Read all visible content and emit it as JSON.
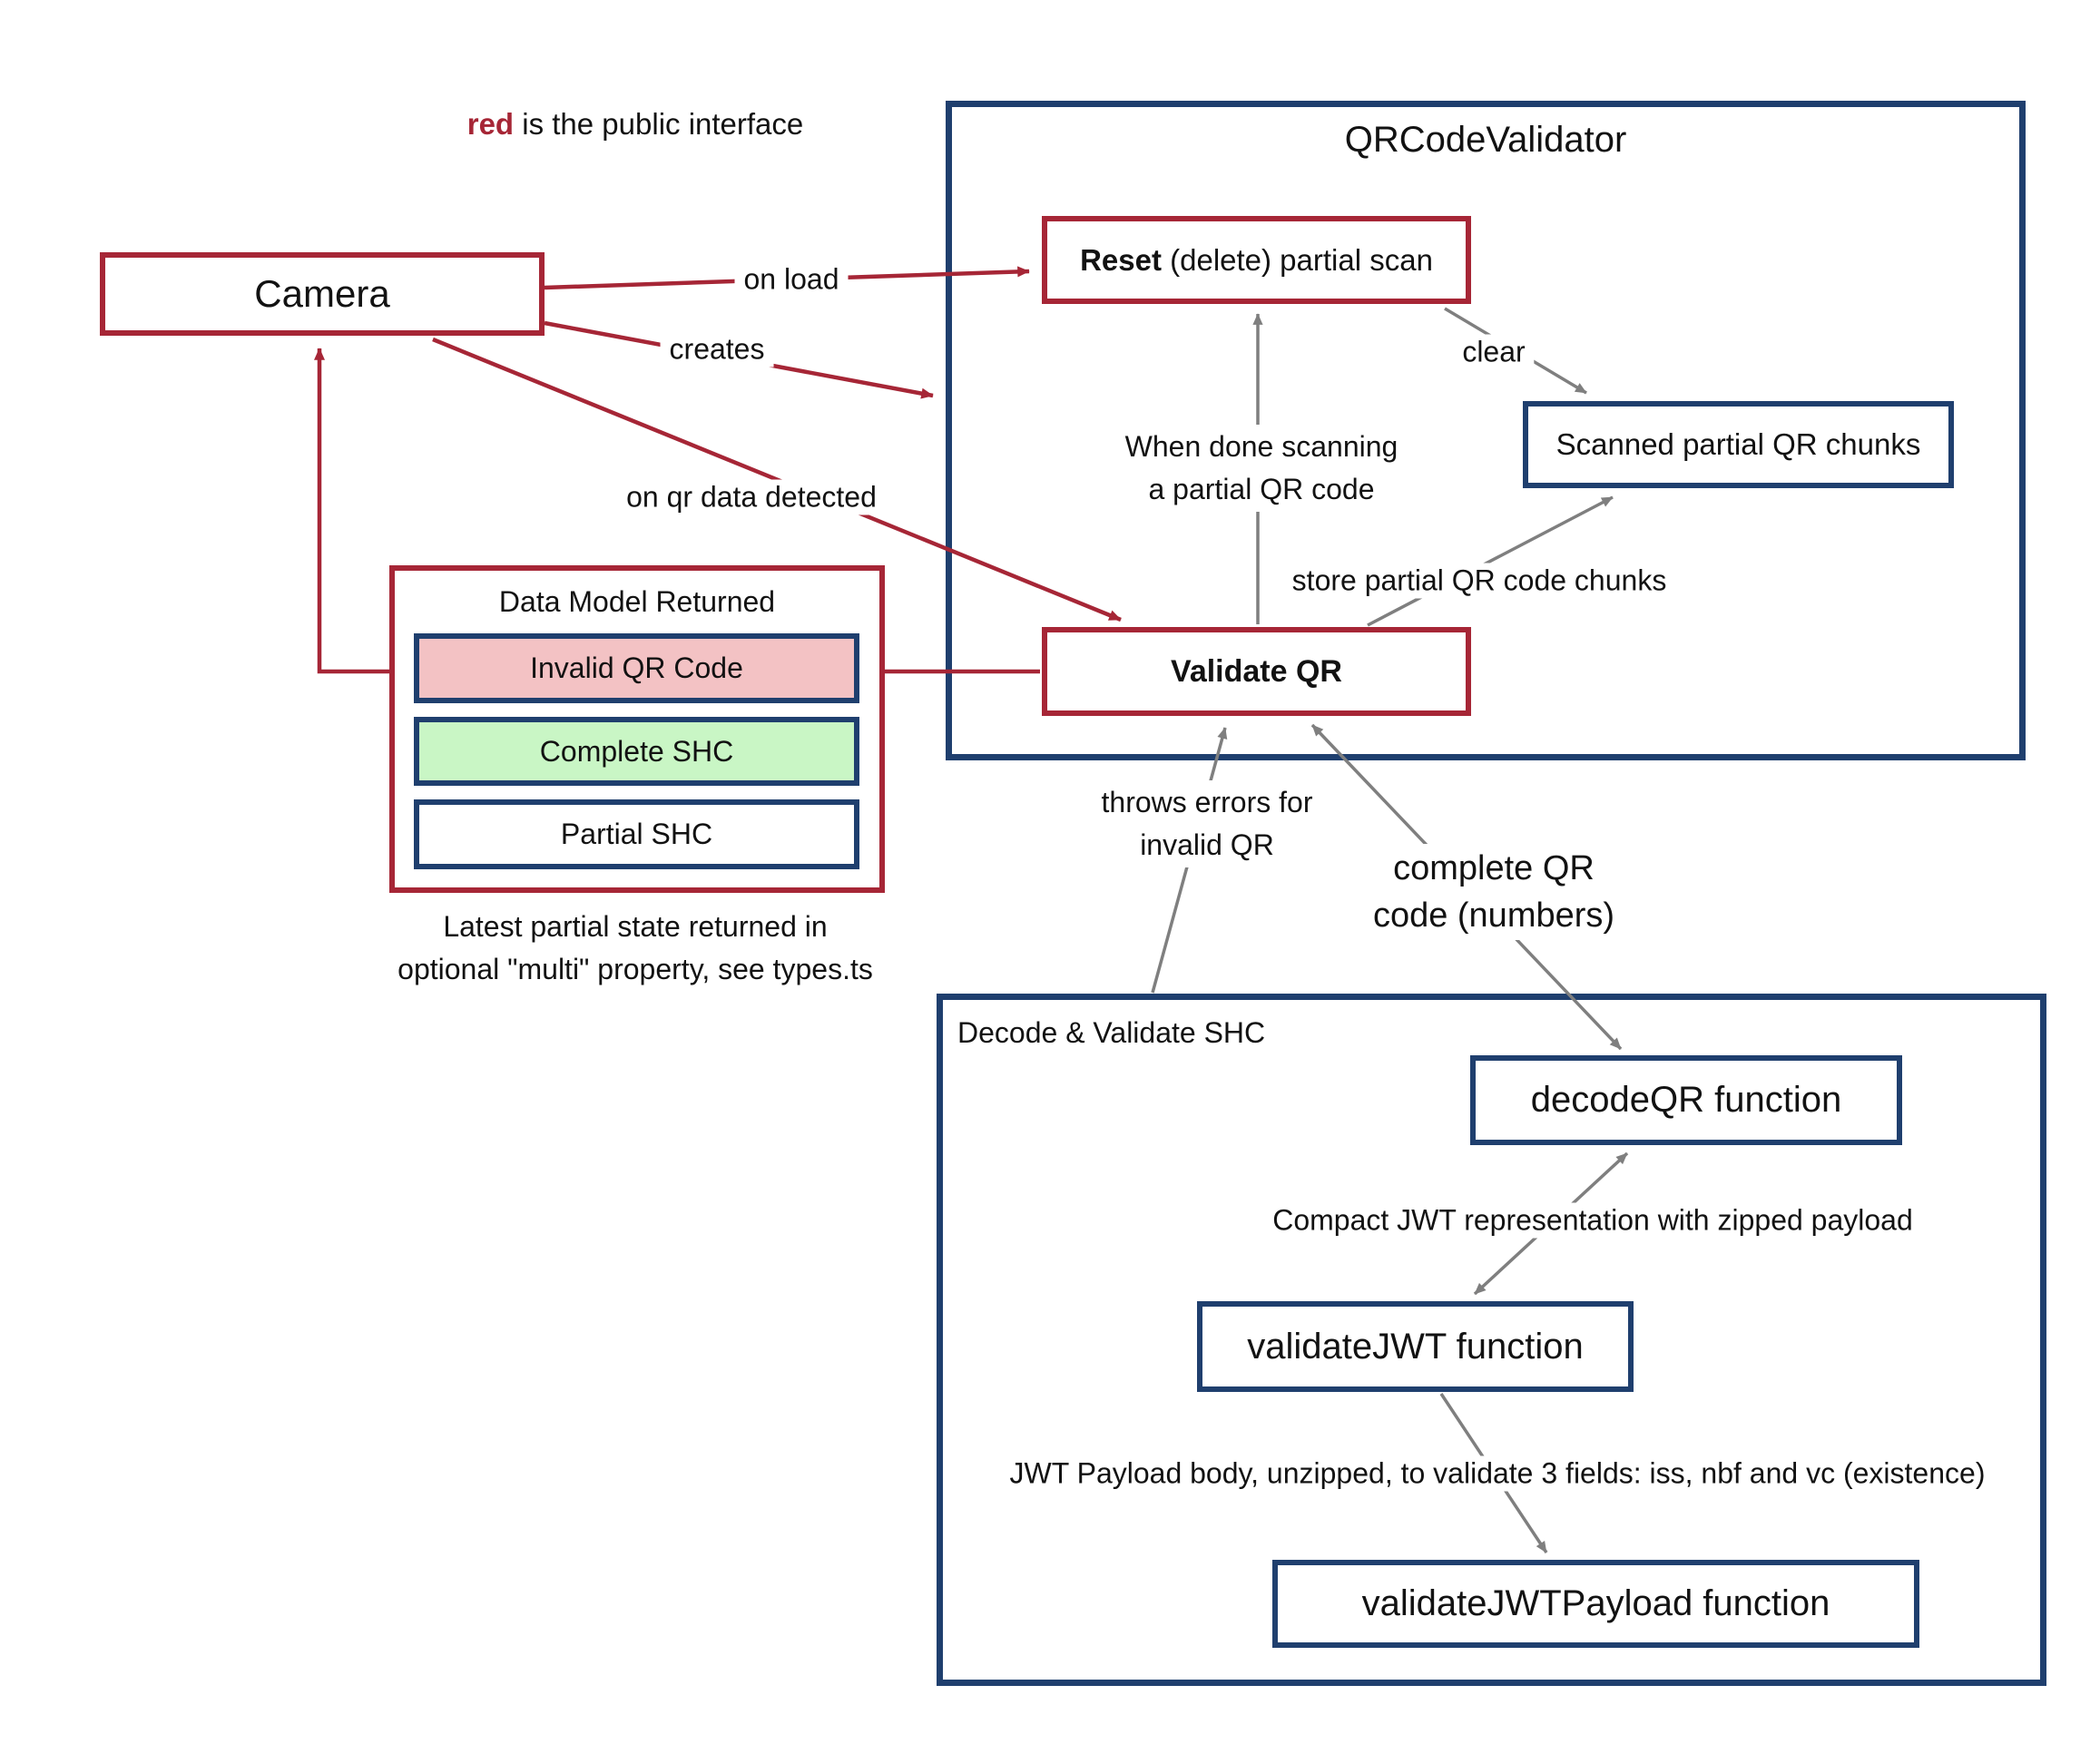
{
  "legend": {
    "red_word": "red",
    "rest": " is the public interface"
  },
  "nodes": {
    "camera": {
      "label": "Camera"
    },
    "qr_code_validator": {
      "title": "QRCodeValidator"
    },
    "reset": {
      "label_bold": "Reset",
      "label_rest": " (delete) partial scan"
    },
    "scanned_chunks": {
      "label": "Scanned partial QR chunks"
    },
    "validate_qr": {
      "label": "Validate QR"
    },
    "data_model": {
      "title": "Data Model Returned",
      "rows": [
        {
          "label": "Invalid QR Code",
          "fill": "#f3c2c4"
        },
        {
          "label": "Complete SHC",
          "fill": "#c9f6c5"
        },
        {
          "label": "Partial SHC",
          "fill": "#ffffff"
        }
      ]
    },
    "decode_validate": {
      "title": "Decode & Validate SHC"
    },
    "decode_qr": {
      "label": "decodeQR function"
    },
    "validate_jwt": {
      "label": "validateJWT function"
    },
    "validate_jwt_payload": {
      "label": "validateJWTPayload function"
    }
  },
  "caption": {
    "line1": "Latest partial state returned in",
    "line2": "optional \"multi\" property, see types.ts"
  },
  "edge_labels": {
    "on_load": "on load",
    "creates": "creates",
    "on_qr_data_detected": "on qr data detected",
    "clear": "clear",
    "when_done_line1": "When done scanning",
    "when_done_line2": "a partial QR code",
    "store_chunks": "store partial QR code chunks",
    "throws_line1": "throws errors for",
    "throws_line2": "invalid QR",
    "complete_qr_line1": "complete QR",
    "complete_qr_line2": "code (numbers)",
    "compact_jwt": "Compact JWT representation with zipped payload",
    "jwt_payload": "JWT Payload body, unzipped, to validate 3 fields: iss, nbf and vc (existence)"
  },
  "colors": {
    "red": "#a62636",
    "navy": "#1f3f6e",
    "gray": "#7f7f7f",
    "pink": "#f3c2c4",
    "green": "#c9f6c5",
    "white": "#ffffff"
  }
}
